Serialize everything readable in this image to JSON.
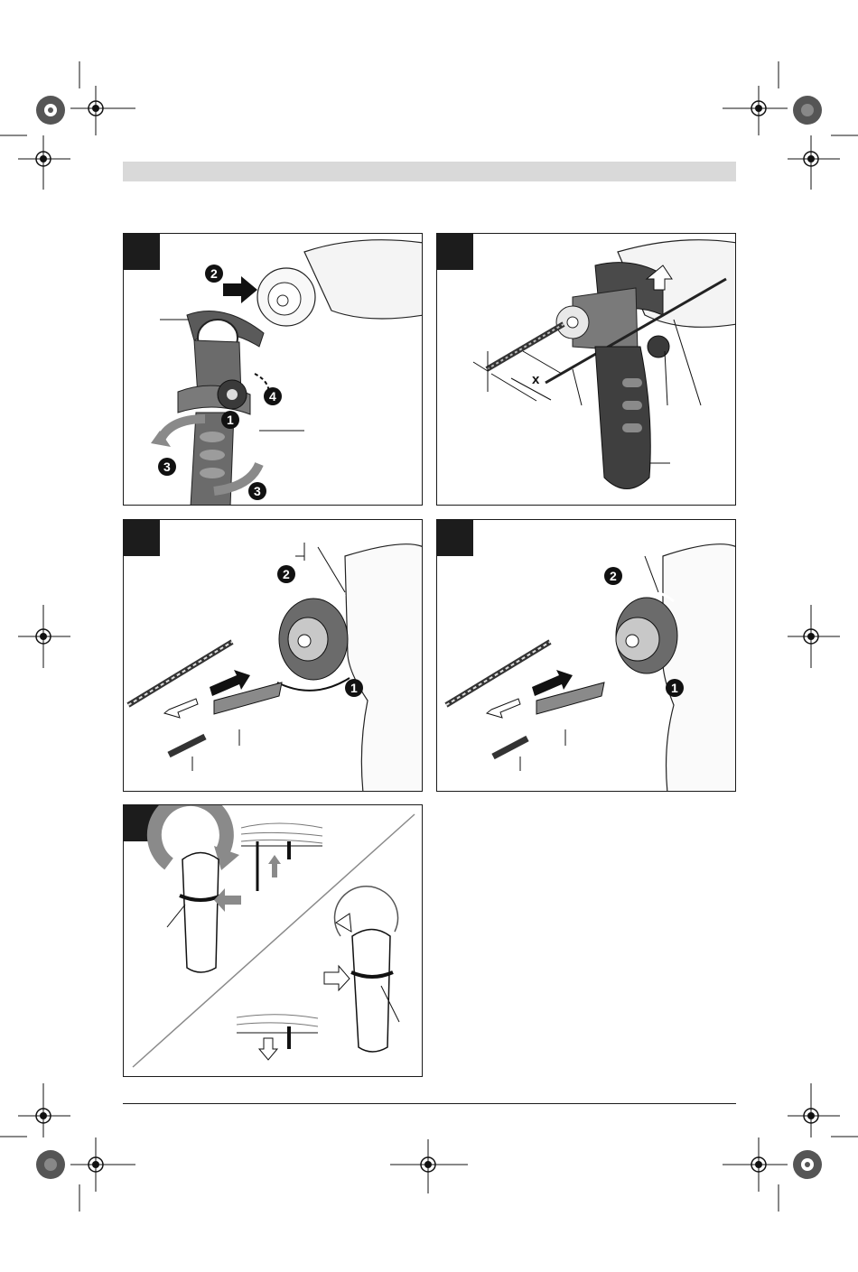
{
  "header_bar": {
    "text": ""
  },
  "figure_a": {
    "steps": [
      "2",
      "1",
      "4",
      "3",
      "3"
    ]
  },
  "figure_b": {
    "dimension_label": "x"
  },
  "figure_c": {
    "steps": [
      "2",
      "1"
    ]
  },
  "figure_d": {
    "steps": [
      "2",
      "1"
    ]
  },
  "colors": {
    "panel_tab": "#1c1c1c",
    "header_bar": "#d9d9d9",
    "line": "#1a1a1a",
    "tool_grey": "#6b6b6b",
    "tool_dark": "#3a3a3a",
    "arrow_grey": "#9a9a9a"
  }
}
